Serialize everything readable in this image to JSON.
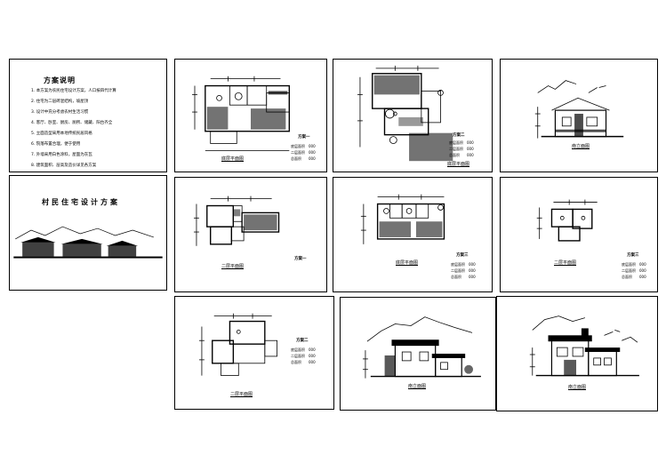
{
  "sheets": {
    "notes": {
      "title": "方案说明",
      "lines": [
        "1. 本方案为农民住宅设计方案，人口按四代计算",
        "2. 住宅为二层砖混结构，坡屋顶",
        "3. 设计中充分考虑农村生活习惯",
        "4. 客厅、卧室、厨房、厕所、储藏、阳台齐全",
        "5. 立面造型采用本地传统民居风格",
        "6. 院落布置合理，便于使用",
        "7. 外墙采用白色涂料，屋面为灰瓦",
        "8. 建筑面积、层高及造价详见各方案"
      ]
    },
    "project": {
      "title": "村民住宅设计方案"
    },
    "plan1_ground": {
      "caption": "底层平面图",
      "scheme": "方案一",
      "table": [
        {
          "k": "底层面积",
          "v": "000"
        },
        {
          "k": "二层面积",
          "v": "000"
        },
        {
          "k": "总面积",
          "v": "000"
        }
      ]
    },
    "plan2_ground": {
      "caption": "底层平面图",
      "scheme": "方案二",
      "table": [
        {
          "k": "底层面积",
          "v": "000"
        },
        {
          "k": "二层面积",
          "v": "000"
        },
        {
          "k": "总面积",
          "v": "000"
        }
      ]
    },
    "elev1_small": {
      "caption": "南立面图"
    },
    "plan1_upper": {
      "caption": "二层平面图",
      "scheme": "方案一"
    },
    "plan3_ground": {
      "caption": "底层平面图",
      "scheme": "方案三",
      "table": [
        {
          "k": "底层面积",
          "v": "000"
        },
        {
          "k": "二层面积",
          "v": "000"
        },
        {
          "k": "总面积",
          "v": "000"
        }
      ]
    },
    "plan3_upper": {
      "caption": "二层平面图",
      "scheme": "方案三",
      "table": [
        {
          "k": "底层面积",
          "v": "000"
        },
        {
          "k": "二层面积",
          "v": "000"
        },
        {
          "k": "总面积",
          "v": "000"
        }
      ]
    },
    "plan2_upper": {
      "caption": "二层平面图",
      "scheme": "方案二",
      "table": [
        {
          "k": "底层面积",
          "v": "000"
        },
        {
          "k": "二层面积",
          "v": "000"
        },
        {
          "k": "总面积",
          "v": "000"
        }
      ]
    },
    "elev2": {
      "caption": "南立面图"
    },
    "elev3": {
      "caption": "南立面图"
    }
  }
}
